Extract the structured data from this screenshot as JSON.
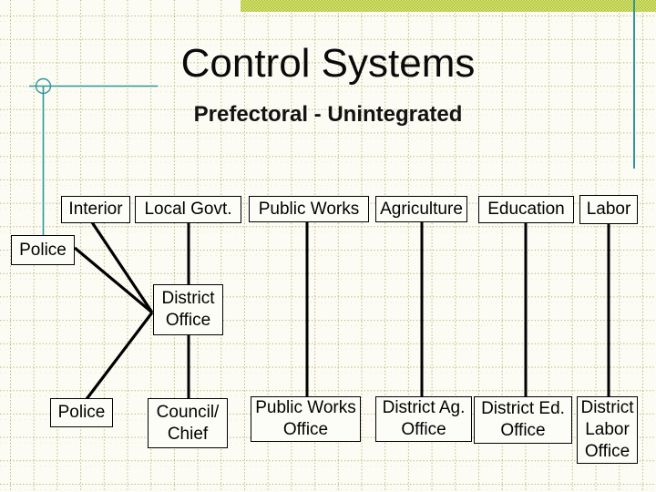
{
  "slide": {
    "title": "Control Systems",
    "subtitle": "Prefectoral - Unintegrated"
  },
  "colors": {
    "accent_bar_green": "#bccf3a",
    "grid_line": "#b5b573",
    "decor_teal": "#2f9797",
    "connector_black": "#000000",
    "box_fill": "#fdfdf8"
  },
  "diagram": {
    "nodes": {
      "interior": {
        "label": "Interior"
      },
      "local_govt": {
        "label": "Local Govt."
      },
      "public_works": {
        "label": "Public Works"
      },
      "agriculture": {
        "label": "Agriculture"
      },
      "education": {
        "label": "Education"
      },
      "labor": {
        "label": "Labor"
      },
      "police_upper": {
        "label": "Police"
      },
      "district_office": {
        "label": "District\nOffice"
      },
      "police_lower": {
        "label": "Police"
      },
      "council_chief": {
        "label": "Council/\nChief"
      },
      "public_works_office": {
        "label": "Public Works\nOffice"
      },
      "district_ag_office": {
        "label": "District Ag.\nOffice"
      },
      "district_ed_office": {
        "label": "District Ed.\nOffice"
      },
      "district_labor_office": {
        "label": "District\nLabor\nOffice"
      }
    },
    "connections": [
      {
        "from": "local_govt",
        "to": "council_chief"
      },
      {
        "from": "public_works",
        "to": "public_works_office"
      },
      {
        "from": "agriculture",
        "to": "district_ag_office"
      },
      {
        "from": "education",
        "to": "district_ed_office"
      },
      {
        "from": "labor",
        "to": "district_labor_office"
      },
      {
        "from": "interior",
        "to": "district_office"
      },
      {
        "from": "police_upper",
        "to": "district_office"
      },
      {
        "from": "district_office",
        "to": "police_lower"
      }
    ]
  }
}
